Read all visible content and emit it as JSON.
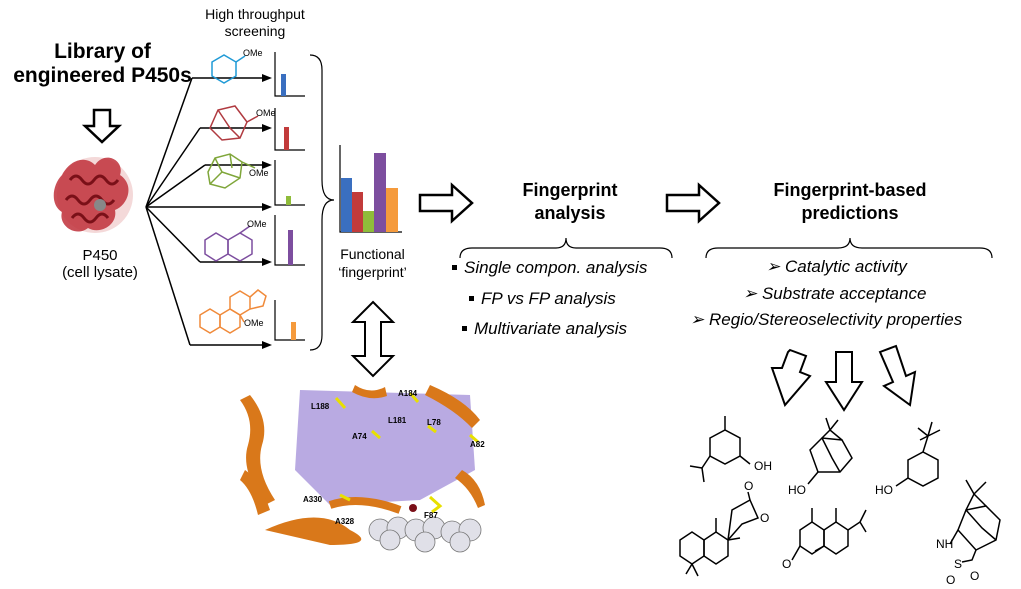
{
  "library": {
    "line1": "Library of",
    "line2": "engineered P450s"
  },
  "p450": {
    "line1": "P450",
    "line2": "(cell lysate)"
  },
  "hts": {
    "line1": "High throughput",
    "line2": "screening"
  },
  "substituent_label": "OMe",
  "fingerprint": {
    "line1": "Functional",
    "line2": "‘fingerprint’"
  },
  "analysis": {
    "title_line1": "Fingerprint",
    "title_line2": "analysis",
    "items": [
      "Single compon. analysis",
      "FP vs FP analysis",
      "Multivariate analysis"
    ]
  },
  "predictions": {
    "title_line1": "Fingerprint-based",
    "title_line2": "predictions",
    "items": [
      "Catalytic activity",
      "Substrate acceptance",
      "Regio/Stereoselectivity properties"
    ]
  },
  "residues": [
    "L188",
    "A184",
    "L181",
    "L78",
    "A74",
    "A82",
    "A330",
    "A328",
    "F87"
  ],
  "product_atoms": {
    "oh": "OH",
    "ho": "HO",
    "o": "O",
    "nh": "NH",
    "s": "S"
  },
  "colors": {
    "cyclohexane": "#1f9ad6",
    "norbornane": "#b03a40",
    "adamantane": "#7fa63a",
    "decalin": "#7d4e9f",
    "steroid": "#f08a3a",
    "bar_blue": "#3a6fc0",
    "bar_red": "#c23b3b",
    "bar_green": "#8fbc3a",
    "bar_purple": "#7d4e9f",
    "bar_orange": "#f59a3c",
    "pocket": "#9b86d6",
    "helix": "#d9781a"
  }
}
